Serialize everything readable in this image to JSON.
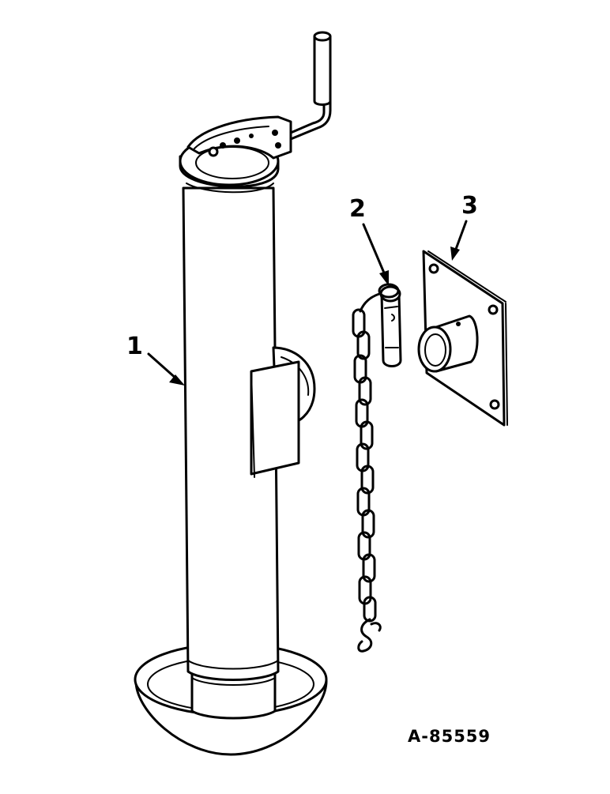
{
  "callouts": {
    "jack": "1",
    "pin_chain": "2",
    "mount_plate": "3"
  },
  "drawing_ref": "A-85559",
  "colors": {
    "ink": "#000000",
    "paper": "#ffffff"
  }
}
